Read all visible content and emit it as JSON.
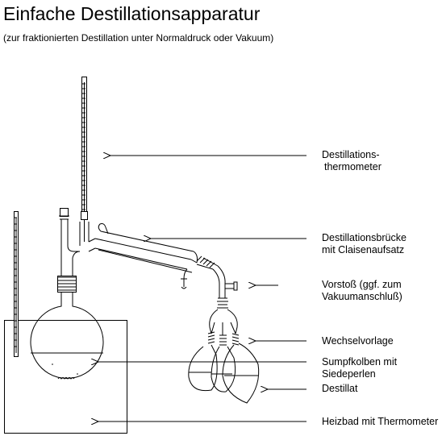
{
  "title": "Einfache Destillationsapparatur",
  "subtitle": "(zur fraktionierten Destillation unter Normaldruck oder Vakuum)",
  "labels": {
    "thermometer_1": "Destillations-",
    "thermometer_2": "thermometer",
    "bridge_1": "Destillationsbrücke",
    "bridge_2": "mit Claisenaufsatz",
    "vorstoss_1": "Vorstoß (ggf. zum",
    "vorstoss_2": "Vakuumanschluß)",
    "wechselvorlage": "Wechselvorlage",
    "sumpf_1": "Sumpfkolben mit",
    "sumpf_2": "Siedeperlen",
    "destillat": "Destillat",
    "heizbad": "Heizbad mit Thermometer"
  }
}
